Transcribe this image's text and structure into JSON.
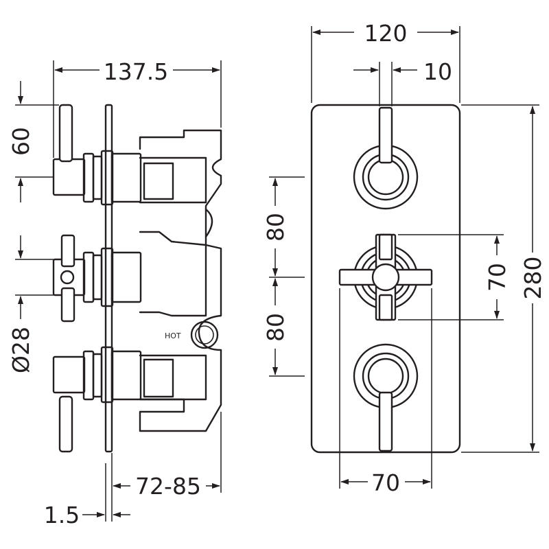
{
  "dimensions": {
    "overall_depth": "137.5",
    "lever_spacing": "60",
    "spindle_diameter": "Ø28",
    "projection": "72-85",
    "plate_thickness": "1.5",
    "plate_width": "120",
    "handle_width": "10",
    "upper_spacing": "80",
    "lower_spacing": "80",
    "cross_handle_span_v": "70",
    "plate_height": "280",
    "cross_handle_span_h": "70"
  },
  "labels": {
    "hot_marker": "HOT"
  },
  "colors": {
    "line": "#231f20",
    "background": "#ffffff"
  }
}
